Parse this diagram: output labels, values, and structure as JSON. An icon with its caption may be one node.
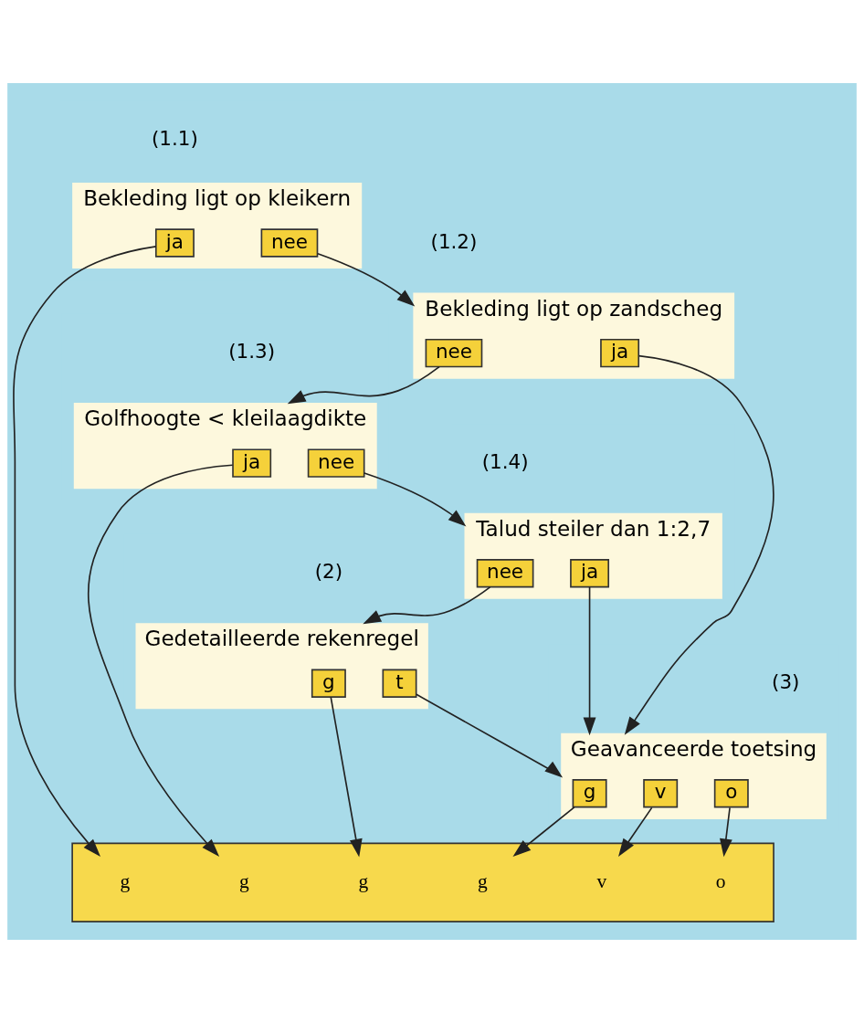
{
  "diagram": {
    "nodes": [
      {
        "text": [
          "Bekleding ligt op kleikern"
        ],
        "beside": [
          "(1.1)"
        ]
      },
      {
        "text": [
          "ja"
        ],
        "in": 0
      },
      {
        "text": [
          "nee"
        ],
        "in": 0
      },
      {
        "text": [
          "Bekleding ligt op zandscheg"
        ],
        "beside": [
          "(1.2)"
        ]
      },
      {
        "text": [
          "nee"
        ],
        "in": 3
      },
      {
        "text": [
          "ja"
        ],
        "in": 3
      },
      {
        "text": [
          "Golfhoogte < kleilaagdikte"
        ],
        "beside": [
          "(1.3)"
        ]
      },
      {
        "text": [
          "ja"
        ],
        "in": 6
      },
      {
        "text": [
          "nee"
        ],
        "in": 6
      },
      {
        "text": [
          "Talud steiler dan 1:2,7"
        ],
        "beside": [
          "(1.4)"
        ]
      },
      {
        "text": [
          "nee"
        ],
        "in": 9
      },
      {
        "text": [
          "ja"
        ],
        "in": 9
      },
      {
        "text": [
          "Gedetailleerde rekenregel"
        ],
        "beside": [
          "(2)"
        ]
      },
      {
        "text": [
          "g"
        ],
        "in": 12
      },
      {
        "text": [
          "t"
        ],
        "in": 12
      },
      {
        "text": [
          "Geavanceerde toetsing"
        ],
        "beside": [
          "(3)"
        ]
      },
      {
        "text": [
          "g"
        ],
        "in": 15
      },
      {
        "text": [
          "v"
        ],
        "in": 15
      },
      {
        "text": [
          "o"
        ],
        "in": 15
      },
      {
        "text": [],
        "shape": "bar"
      },
      {
        "text": [
          "g"
        ],
        "in": 19
      },
      {
        "text": [
          "g"
        ],
        "in": 19
      },
      {
        "text": [
          "g"
        ],
        "in": 19
      },
      {
        "text": [
          "g"
        ],
        "in": 19
      },
      {
        "text": [
          "v"
        ],
        "in": 19
      },
      {
        "text": [
          "o"
        ],
        "in": 19
      }
    ],
    "edges": [
      {
        "from": 1,
        "to": 20,
        "arrow": "to"
      },
      {
        "from": 2,
        "to": 3,
        "arrow": "to"
      },
      {
        "from": 4,
        "to": 6,
        "arrow": "to"
      },
      {
        "from": 5,
        "to": 15,
        "arrow": "to"
      },
      {
        "from": 7,
        "to": 21,
        "arrow": "to"
      },
      {
        "from": 8,
        "to": 9,
        "arrow": "to"
      },
      {
        "from": 10,
        "to": 12,
        "arrow": "to"
      },
      {
        "from": 11,
        "to": 15,
        "arrow": "to"
      },
      {
        "from": 13,
        "to": 22,
        "arrow": "to"
      },
      {
        "from": 14,
        "to": 15,
        "arrow": "to"
      },
      {
        "from": 16,
        "to": 23,
        "arrow": "to"
      },
      {
        "from": 17,
        "to": 24,
        "arrow": "to"
      },
      {
        "from": 18,
        "to": 25,
        "arrow": "to"
      }
    ]
  }
}
